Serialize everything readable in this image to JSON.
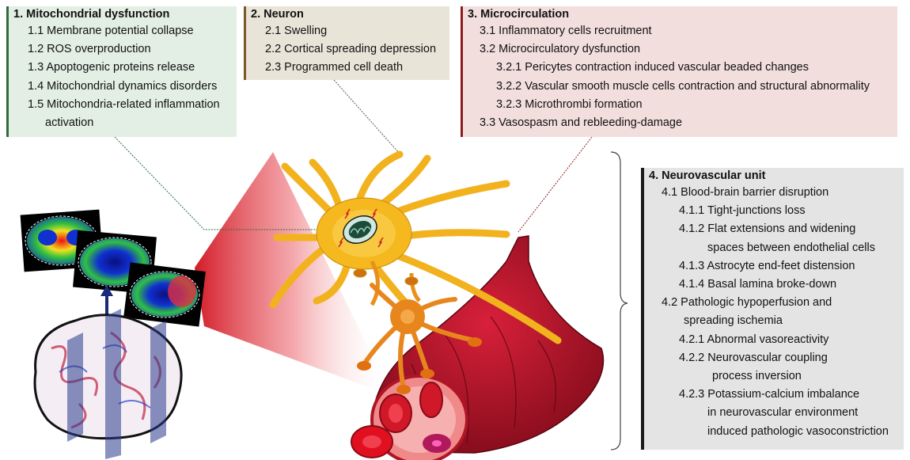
{
  "colors": {
    "mito_bg": "#e3eee4",
    "mito_bar": "#2f6b3a",
    "neuron_bg": "#e9e4d8",
    "neuron_bar": "#7a5a2a",
    "micro_bg": "#f3dede",
    "micro_bar": "#8e1b1b",
    "nvu_bg": "#e4e4e4",
    "nvu_bar": "#1a1a1a"
  },
  "sections": [
    {
      "title": "1. Mitochondrial dysfunction",
      "items": [
        "1.1 Membrane potential collapse",
        "1.2 ROS overproduction",
        "1.3 Apoptogenic proteins release",
        "1.4 Mitochondrial dynamics disorders",
        "1.5 Mitochondria-related inflammation",
        "activation"
      ]
    },
    {
      "title": "2. Neuron",
      "items": [
        "2.1 Swelling",
        "2.2 Cortical spreading depression",
        "2.3 Programmed cell death"
      ]
    },
    {
      "title": "3. Microcirculation",
      "items": [
        "3.1 Inflammatory cells recruitment",
        "3.2 Microcirculatory dysfunction",
        "3.2.1 Pericytes contraction induced vascular beaded changes",
        "3.2.2 Vascular smooth muscle cells contraction and structural abnormality",
        "3.2.3 Microthrombi formation",
        "3.3 Vasospasm and rebleeding-damage"
      ]
    },
    {
      "title": "4. Neurovascular unit",
      "items": [
        "4.1 Blood-brain barrier disruption",
        "4.1.1 Tight-junctions loss",
        "4.1.2 Flat extensions and widening",
        "spaces between endothelial cells",
        "4.1.3 Astrocyte end-feet distension",
        "4.1.4 Basal lamina broke-down",
        "4.2 Pathologic hypoperfusion and",
        "spreading ischemia",
        "4.2.1 Abnormal vasoreactivity",
        "4.2.2 Neurovascular coupling",
        "process inversion",
        "4.2.3 Potassium-calcium imbalance",
        "in neurovascular environment",
        "induced pathologic vasoconstriction"
      ]
    }
  ]
}
